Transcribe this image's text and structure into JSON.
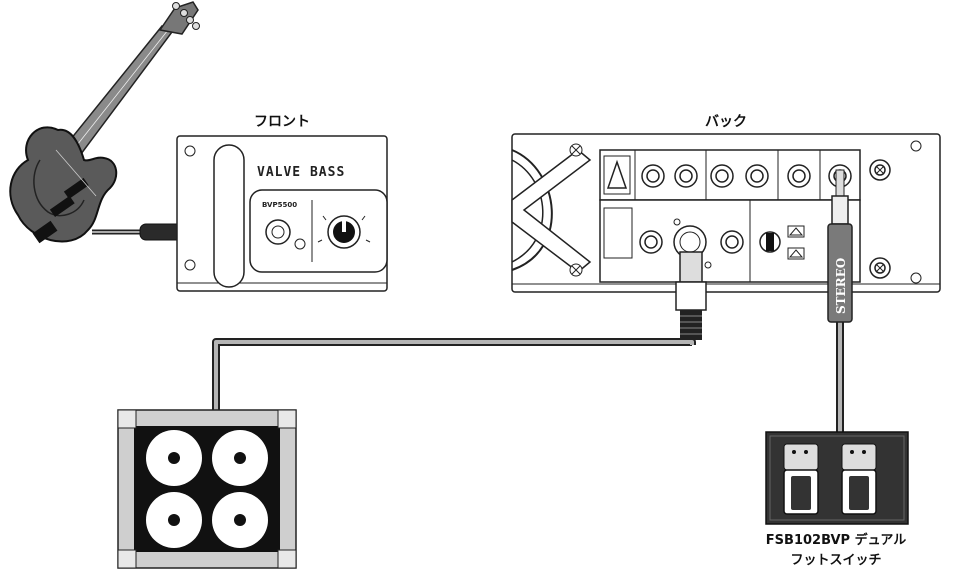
{
  "labels": {
    "front": "フロント",
    "back": "バック",
    "footswitch_line1": "FSB102BVP デュアル",
    "footswitch_line2": "フットスイッチ"
  },
  "front_panel": {
    "brand": "VALVE BASS",
    "model": "BVP5500"
  },
  "cable": {
    "stereo_label": "STEREO"
  },
  "colors": {
    "line": "#222222",
    "cable_fill": "#9a9a9a",
    "guitar_body": "#555555",
    "cabinet_frame": "#cfcfcf",
    "cabinet_fill": "#111111",
    "footswitch_fill": "#333333"
  },
  "icons": [
    "bass-guitar-icon",
    "speaker-cabinet-icon",
    "footswitch-icon",
    "jack-plug-icon",
    "speakon-plug-icon",
    "knob-icon",
    "warning-triangle-icon"
  ]
}
